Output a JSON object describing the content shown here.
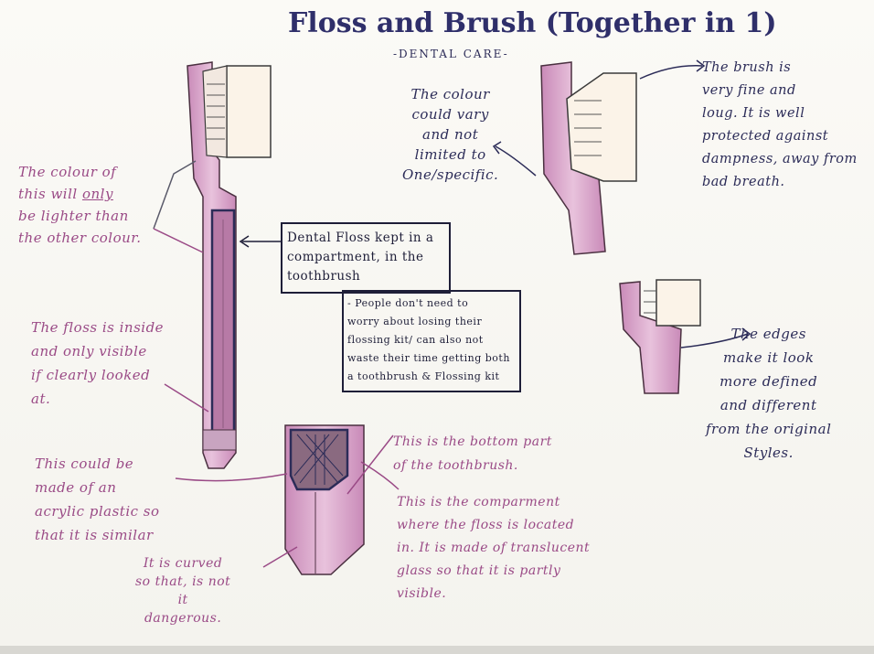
{
  "header": {
    "title": "Floss and Brush (Together in 1)",
    "subtitle": "-DENTAL CARE-"
  },
  "notes": {
    "colour_vary": "The colour\ncould vary\nand not\nlimited to\nOne/specific.",
    "brush_fine": "The brush is\nvery fine and\nloug. It is well\nprotected against\ndampness, away from\nbad breath.",
    "colour_lighter_a": "The colour of\nthis will ",
    "colour_lighter_only": "only",
    "colour_lighter_b": "be lighter than\nthe other colour.",
    "floss_inside": "The floss is inside\nand only visible\nif clearly looked\nat.",
    "acrylic": "This could be\nmade of an\nacrylic plastic so\nthat it is similar",
    "curved": "It is curved\nso that, is not\nit\ndangerous.",
    "bottom_part": "This is the bottom part\nof the toothbrush.",
    "compartment": "This is the comparment\nwhere the floss is located\nin. It is made of translucent\nglass so that it is partly\nvisible.",
    "edges": "The edges\nmake it look\nmore defined\nand different\nfrom the original\nStyles."
  },
  "boxes": {
    "floss_box": "Dental Floss kept in a\ncompartment, in the\ntoothbrush",
    "people_box": "- People don't need to\nworry about losing their\nflossing kit/ can also not\nwaste their time getting both\na toothbrush & Flossing kit"
  },
  "colors": {
    "ink_navy": "#2c2c58",
    "ink_pink": "#9a4a86",
    "handle_pink": "#d9a9cb"
  }
}
